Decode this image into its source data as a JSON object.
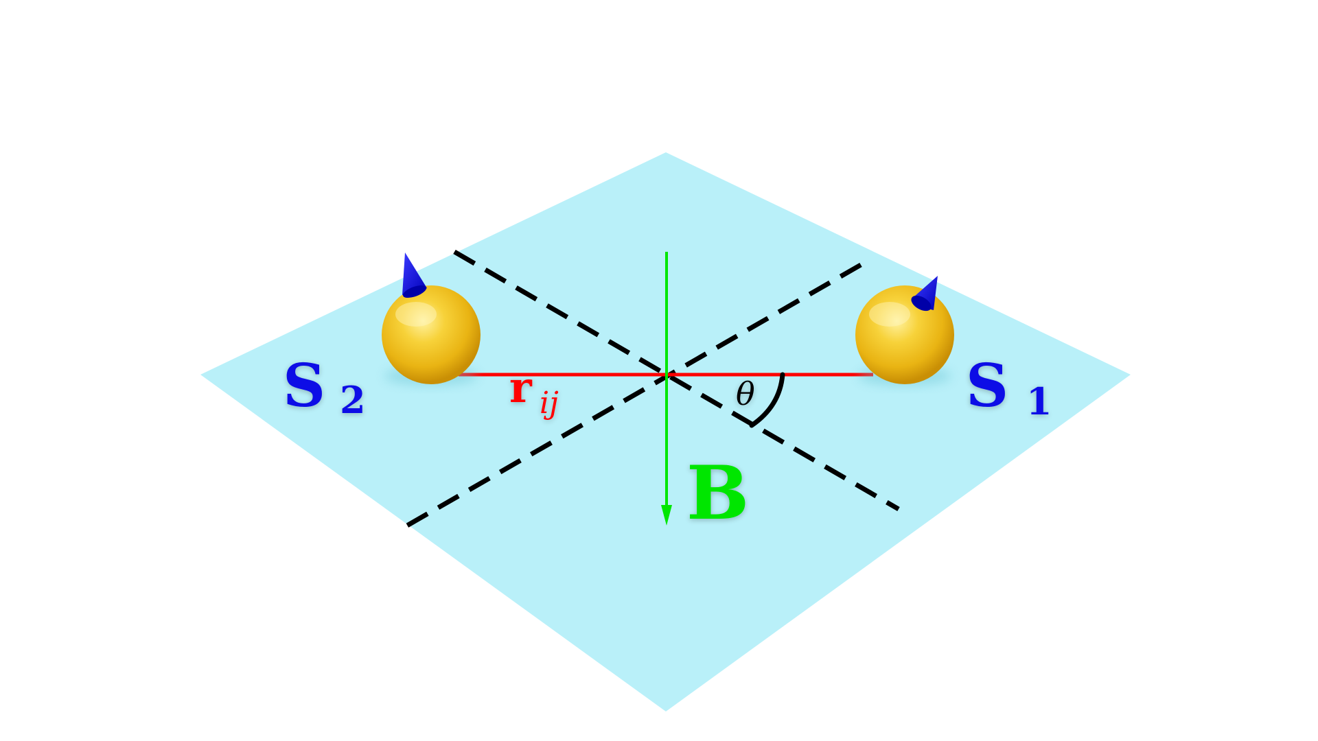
{
  "diagram": {
    "spin_labels": {
      "s2_main": "S",
      "s2_sub": "2",
      "s1_main": "S",
      "s1_sub": "1"
    },
    "separation_label": {
      "main": "r",
      "sub": "ij"
    },
    "angle_label": "θ",
    "field_label": "B",
    "colors": {
      "plane": "#b9f0f9",
      "sphere": "#f2c21b",
      "spin_cone": "#0a0ae6",
      "separation": "#ff0000",
      "field": "#00e600",
      "dashed": "#000000",
      "spin_text": "#0a0ae6"
    },
    "icons": {
      "spin_arrow": "blue-cone-icon",
      "particle": "gold-sphere-icon"
    }
  }
}
